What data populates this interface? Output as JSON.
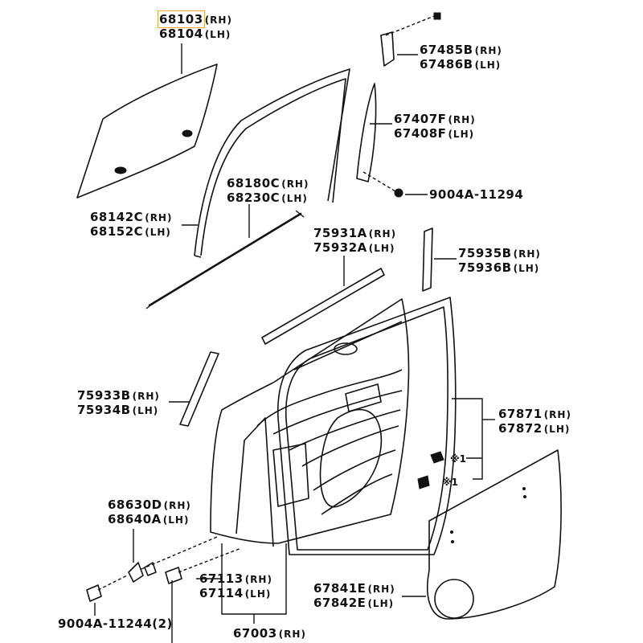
{
  "side_codes": {
    "rh": "(RH)",
    "lh": "(LH)"
  },
  "callouts": [
    {
      "id": "glass",
      "parts": [
        "68103",
        "68104"
      ],
      "sides": [
        "rh",
        "lh"
      ],
      "highlight": 0
    },
    {
      "id": "run-channel",
      "parts": [
        "68142C",
        "68152C"
      ],
      "sides": [
        "rh",
        "lh"
      ]
    },
    {
      "id": "weatherstrip-inner",
      "parts": [
        "68180C",
        "68230C"
      ],
      "sides": [
        "rh",
        "lh"
      ]
    },
    {
      "id": "quarter-glass-seal",
      "parts": [
        "67485B",
        "67486B"
      ],
      "sides": [
        "rh",
        "lh"
      ]
    },
    {
      "id": "window-frame-garnish",
      "parts": [
        "67407F",
        "67408F"
      ],
      "sides": [
        "rh",
        "lh"
      ]
    },
    {
      "id": "bolt-upper",
      "parts": [
        "9004A-11294"
      ],
      "sides": []
    },
    {
      "id": "belt-moulding",
      "parts": [
        "75931A",
        "75932A"
      ],
      "sides": [
        "rh",
        "lh"
      ]
    },
    {
      "id": "rear-pillar-moulding",
      "parts": [
        "75935B",
        "75936B"
      ],
      "sides": [
        "rh",
        "lh"
      ]
    },
    {
      "id": "front-pillar-moulding",
      "parts": [
        "75933B",
        "75934B"
      ],
      "sides": [
        "rh",
        "lh"
      ]
    },
    {
      "id": "door-weatherstrip",
      "parts": [
        "67871",
        "67872"
      ],
      "sides": [
        "rh",
        "lh"
      ]
    },
    {
      "id": "door-check",
      "parts": [
        "68630D",
        "68640A"
      ],
      "sides": [
        "rh",
        "lh"
      ]
    },
    {
      "id": "hinge-bolt",
      "parts": [
        "9004A-11244(2)"
      ],
      "sides": []
    },
    {
      "id": "door-panel",
      "parts": [
        "67113",
        "67114"
      ],
      "sides": [
        "rh",
        "lh"
      ]
    },
    {
      "id": "service-hole-cover",
      "parts": [
        "67841E",
        "67842E"
      ],
      "sides": [
        "rh",
        "lh"
      ]
    },
    {
      "id": "door-assembly",
      "parts": [
        "67003"
      ],
      "sides": [
        "rh"
      ]
    }
  ],
  "clip_marks": [
    "※1",
    "※1"
  ]
}
